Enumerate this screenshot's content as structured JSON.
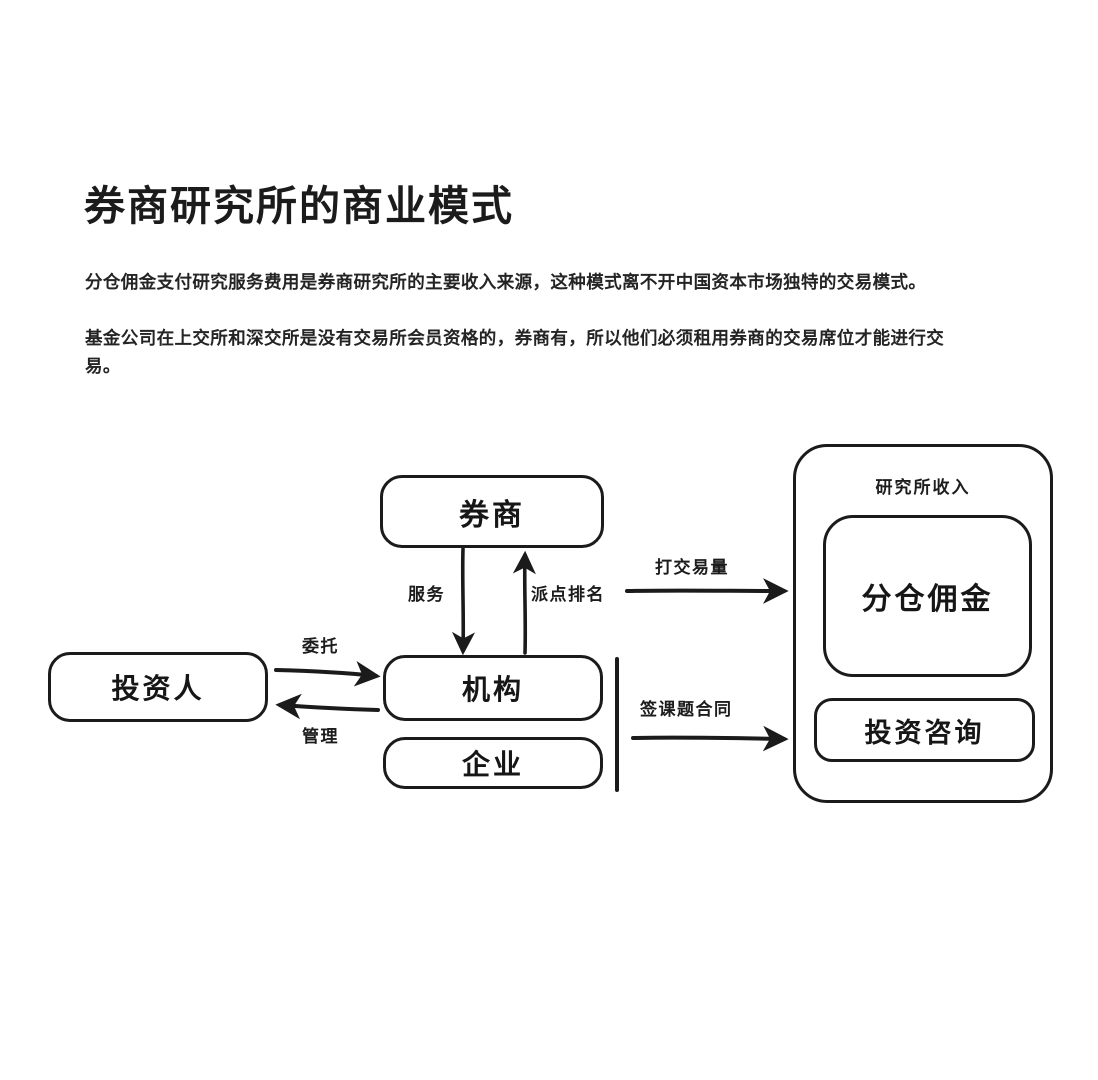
{
  "document": {
    "title": "券商研究所的商业模式",
    "paragraphs": [
      "分仓佣金支付研究服务费用是券商研究所的主要收入来源，这种模式离不开中国资本市场独特的交易模式。",
      "基金公司在上交所和深交所是没有交易所会员资格的，券商有，所以他们必须租用券商的交易席位才能进行交易。"
    ]
  },
  "diagram": {
    "type": "flowchart",
    "style": "hand-drawn",
    "stroke_color": "#1b1b1b",
    "background_color": "#ffffff",
    "nodes": [
      {
        "id": "broker",
        "label": "券商"
      },
      {
        "id": "investor",
        "label": "投资人"
      },
      {
        "id": "institution",
        "label": "机构"
      },
      {
        "id": "enterprise",
        "label": "企业"
      },
      {
        "id": "income",
        "label": "研究所收入"
      },
      {
        "id": "commission",
        "label": "分仓佣金"
      },
      {
        "id": "advisory",
        "label": "投资咨询"
      }
    ],
    "edges": [
      {
        "from": "broker",
        "to": "institution",
        "label": "服务",
        "direction": "down"
      },
      {
        "from": "institution",
        "to": "broker",
        "label": "派点排名",
        "direction": "up"
      },
      {
        "from": "investor",
        "to": "institution",
        "label": "委托",
        "direction": "right"
      },
      {
        "from": "institution",
        "to": "investor",
        "label": "管理",
        "direction": "left"
      },
      {
        "from": "institution",
        "to": "commission",
        "label": "打交易量",
        "direction": "right"
      },
      {
        "from": "enterprise",
        "to": "advisory",
        "label": "签课题合同",
        "direction": "right"
      }
    ]
  }
}
